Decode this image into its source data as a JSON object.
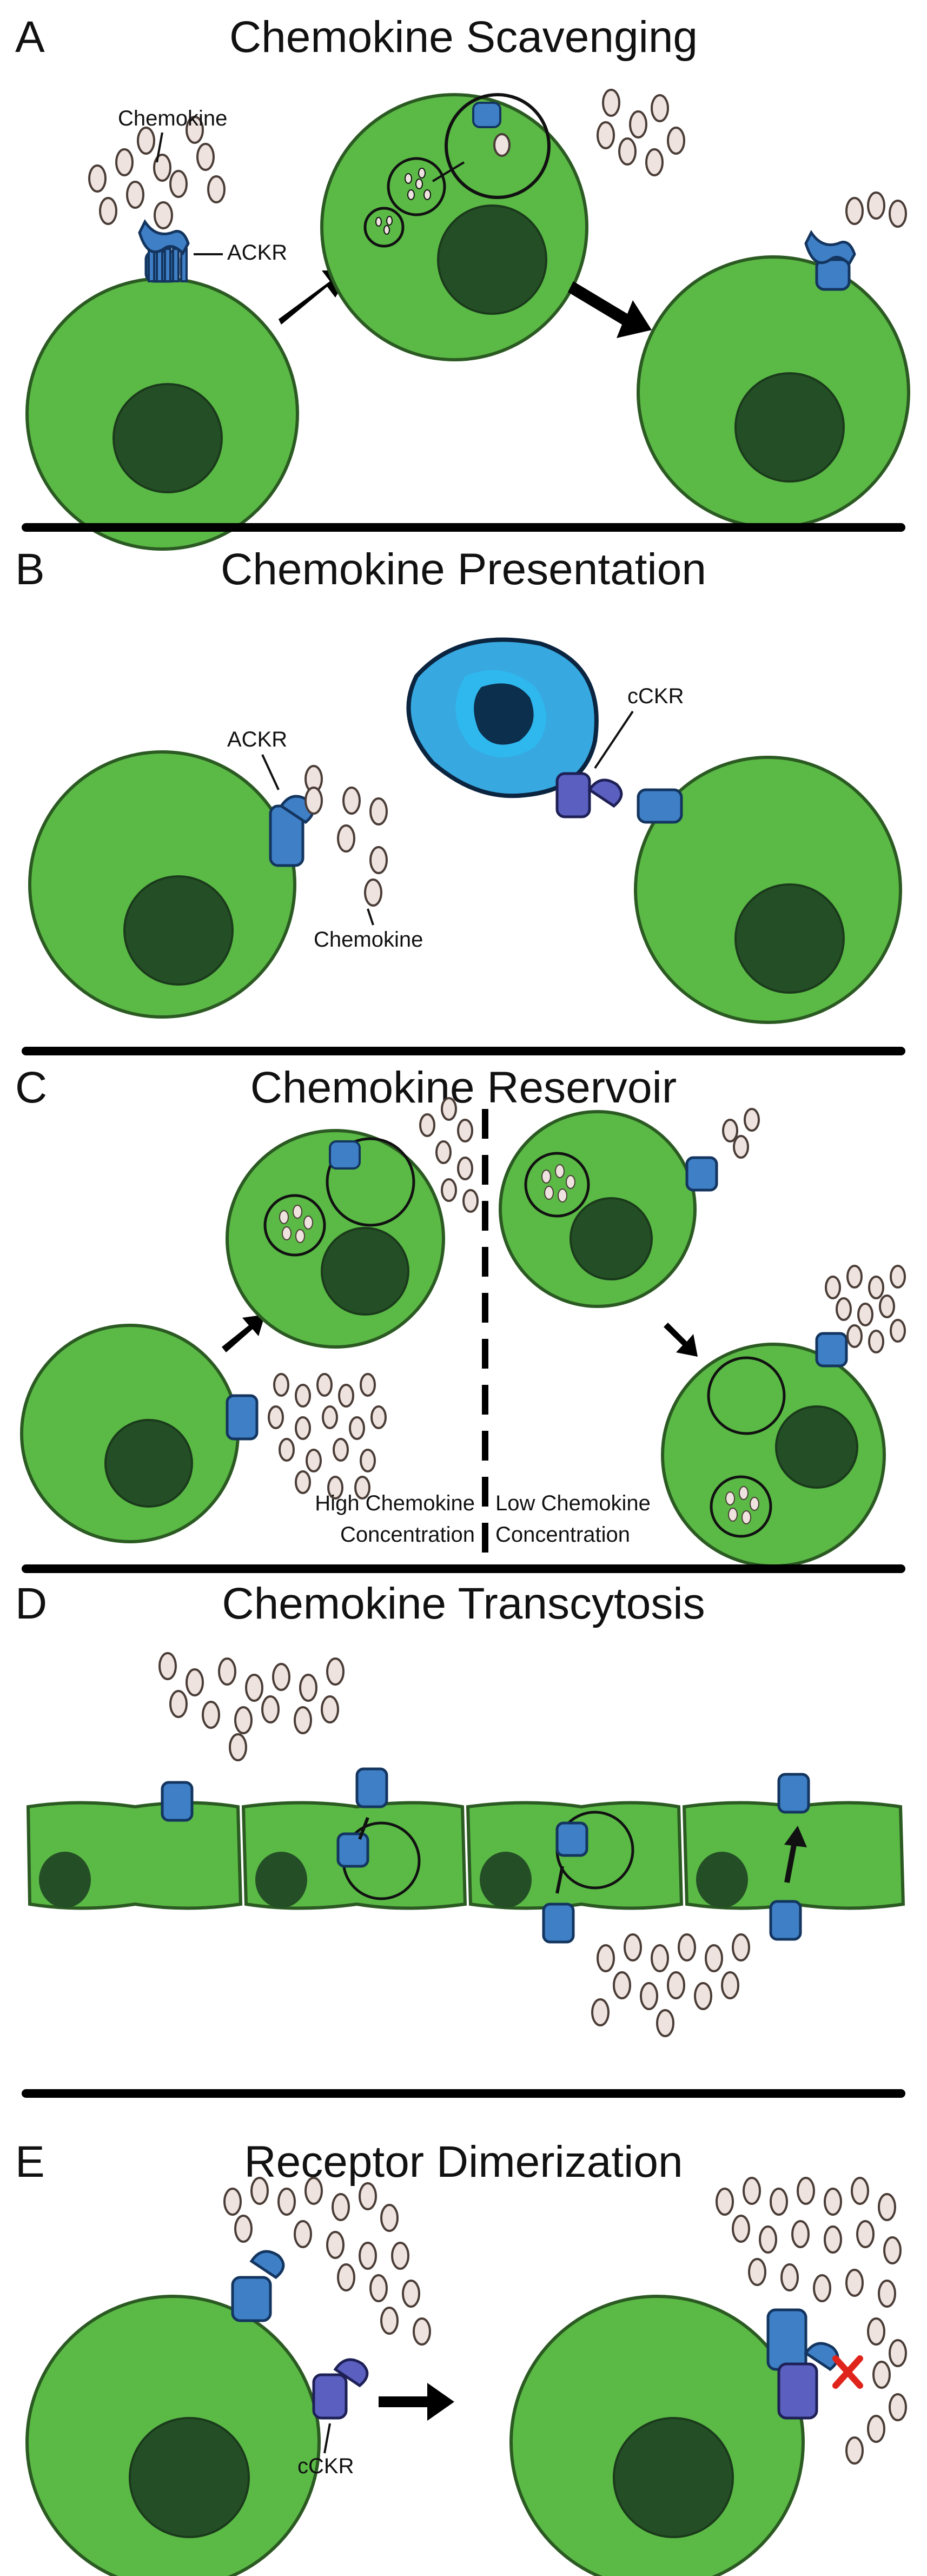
{
  "panels": [
    {
      "letter": "A",
      "title": "Chemokine Scavenging"
    },
    {
      "letter": "B",
      "title": "Chemokine Presentation"
    },
    {
      "letter": "C",
      "title": "Chemokine Reservoir"
    },
    {
      "letter": "D",
      "title": "Chemokine Transcytosis"
    },
    {
      "letter": "E",
      "title": "Receptor Dimerization"
    }
  ],
  "labels": {
    "chemokine": "Chemokine",
    "ackr": "ACKR",
    "cckr": "cCKR",
    "high_conc_1": "High Chemokine",
    "high_conc_2": "Concentration",
    "low_conc_1": "Low Chemokine",
    "low_conc_2": "Concentration"
  },
  "colors": {
    "cell_fill": "#5bb946",
    "cell_stroke": "#2b5a22",
    "nucleus": "#244f26",
    "receptor_ackr": "#3f7fc6",
    "receptor_cckr": "#5a5fc0",
    "chemokine": "#eee3de",
    "immune_cell": "#37a8e0",
    "immune_nucleus": "#0c2f4e",
    "blocked": "#e0241b"
  }
}
